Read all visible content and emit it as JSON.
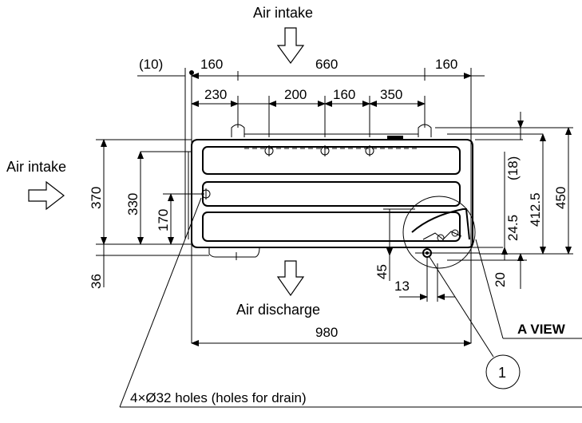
{
  "labels": {
    "air_intake_top": "Air intake",
    "air_intake_left": "Air intake",
    "air_discharge": "Air discharge",
    "a_view": "A VIEW",
    "holes_note": "4×Ø32 holes (holes for drain)",
    "callout_number": "1"
  },
  "dimensions": {
    "top_offset": "(10)",
    "top_left": "160",
    "top_mid": "660",
    "top_right": "160",
    "row2_230": "230",
    "row2_200": "200",
    "row2_160": "160",
    "row2_350": "350",
    "h_370": "370",
    "h_330": "330",
    "h_170": "170",
    "h_36": "36",
    "h_45": "45",
    "w_13": "13",
    "w_980": "980",
    "r_24_5": "24.5",
    "r_18": "(18)",
    "r_412_5": "412.5",
    "r_450": "450",
    "r_20": "20"
  }
}
